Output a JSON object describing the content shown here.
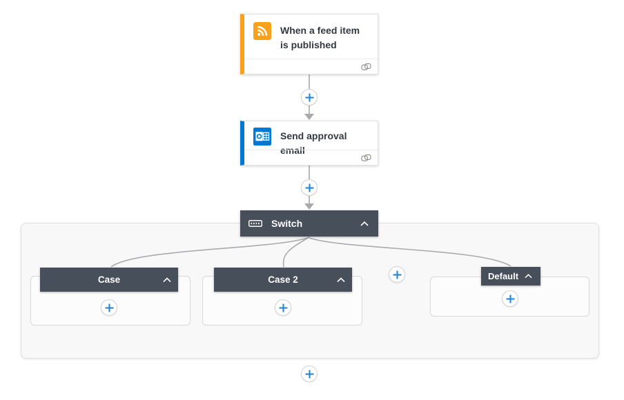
{
  "colors": {
    "accent_orange": "#F9A11B",
    "accent_blue": "#0078D4",
    "plus_blue": "#2788D8",
    "header_dark": "#474F5A",
    "connector_gray": "#A9A9AE"
  },
  "trigger_card": {
    "title": "When a feed item is published",
    "icon": "rss-icon"
  },
  "action_card": {
    "title": "Send approval email",
    "icon": "outlook-icon"
  },
  "switch_scope": {
    "label": "Switch",
    "icon": "switch-icon",
    "collapse_icon": "chevron-up-icon",
    "branches": [
      {
        "label": "Case"
      },
      {
        "label": "Case 2"
      },
      {
        "label": "Default"
      }
    ]
  },
  "icons": {
    "insert_step": "plus-icon",
    "connection": "link-icon"
  }
}
